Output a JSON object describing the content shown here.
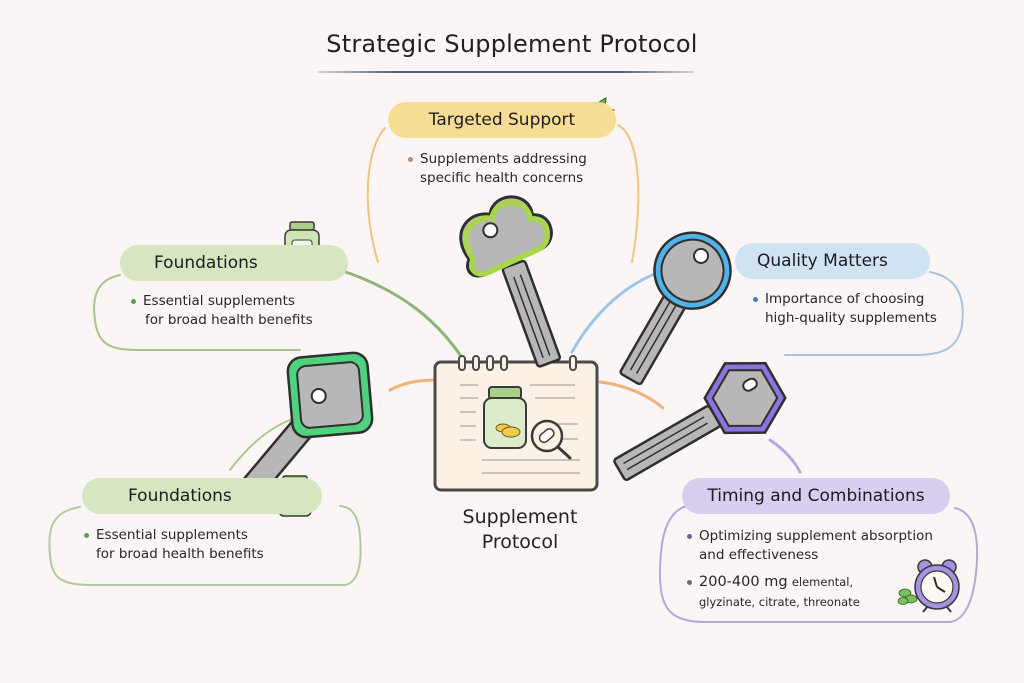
{
  "title": "Strategic Supplement Protocol",
  "center": {
    "label_line1": "Supplement",
    "label_line2": "Protocol",
    "icons": [
      "notepad-icon",
      "supplement-bottle-icon",
      "magnifier-pill-icon"
    ]
  },
  "nodes": [
    {
      "id": "targeted-support",
      "title": "Targeted Support",
      "color": "#f6dd93",
      "accent": "#e9b56a",
      "icon": "leaf-icon",
      "key_color": "#a8d84a",
      "bullets": [
        "Supplements addressing specific health concerns"
      ],
      "bullet_lines": [
        [
          "Supplements addressing",
          "specific health concerns"
        ]
      ]
    },
    {
      "id": "foundations-top",
      "title": "Foundations",
      "color": "#d5e6c0",
      "accent": "#8fb47a",
      "icon": "supplement-bottle-icon",
      "key_color": null,
      "bullets": [
        "Essential supplements for broad health benefits"
      ],
      "bullet_lines": [
        [
          "Essential supplements",
          "for broad health benefits"
        ]
      ]
    },
    {
      "id": "quality-matters",
      "title": "Quality Matters",
      "color": "#cfe3f2",
      "accent": "#8fb8dc",
      "icon": null,
      "key_color": "#4fb2e8",
      "bullets": [
        "Importance of choosing high-quality supplements"
      ],
      "bullet_lines": [
        [
          "Importance of choosing",
          "high-quality supplements"
        ]
      ]
    },
    {
      "id": "foundations-bottom",
      "title": "Foundations",
      "color": "#d5e6c0",
      "accent": "#8fb47a",
      "icon": "supplement-bottle-leaf-icon",
      "key_color": "#4fd27e",
      "bullets": [
        "Essential supplements for broad health benefits"
      ],
      "bullet_lines": [
        [
          "Essential supplements",
          "for broad health benefits"
        ]
      ]
    },
    {
      "id": "timing-combinations",
      "title": "Timing and Combinations",
      "color": "#d9cdf0",
      "accent": "#a99bd0",
      "icon": "alarm-clock-icon",
      "key_color": "#8b74e0",
      "bullets": [
        "Optimizing supplement absorption and effectiveness",
        "200-400 mg elemental, glyzinate, citrate, threonate"
      ],
      "bullet_lines": [
        [
          "Optimizing supplement absorption",
          "and effectiveness"
        ],
        [
          "200-400 mg",
          "elemental,",
          "glyzinate, citrate, threonate"
        ]
      ]
    }
  ]
}
